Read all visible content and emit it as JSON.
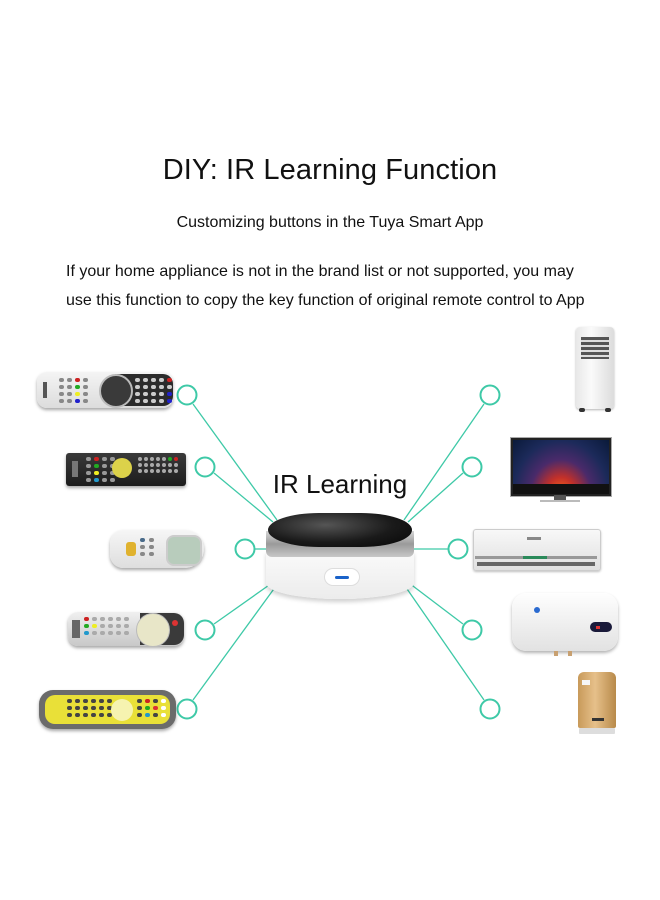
{
  "header": {
    "title": "DIY: IR Learning Function",
    "subtitle": "Customizing buttons in the Tuya Smart App",
    "description_line1": "If your home appliance is not in the brand list or not supported, you may",
    "description_line2": "use this function to copy the key function of original remote control to App"
  },
  "diagram": {
    "hub_label": "IR Learning",
    "hub_device": "smart-ir-hub",
    "connector_color": "#3ec9a7",
    "left_remotes": [
      {
        "name": "tv-remote-white"
      },
      {
        "name": "tv-remote-black"
      },
      {
        "name": "ac-remote"
      },
      {
        "name": "universal-remote-silver"
      },
      {
        "name": "universal-remote-yellow"
      }
    ],
    "right_appliances": [
      {
        "name": "portable-air-conditioner"
      },
      {
        "name": "television"
      },
      {
        "name": "split-air-conditioner"
      },
      {
        "name": "water-heater"
      },
      {
        "name": "air-purifier"
      }
    ]
  }
}
